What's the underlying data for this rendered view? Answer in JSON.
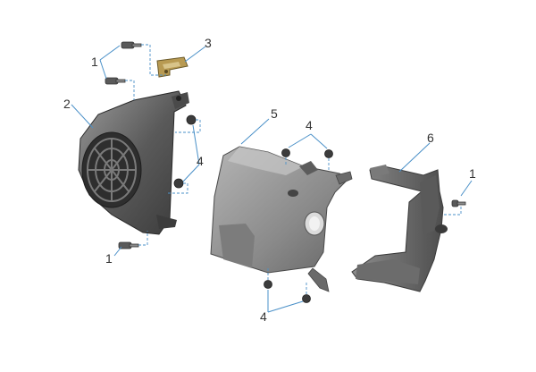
{
  "callouts": {
    "c1_top": "1",
    "c1_bottom": "1",
    "c1_right": "1",
    "c2": "2",
    "c3": "3",
    "c4_left": "4",
    "c4_top": "4",
    "c4_bottom": "4",
    "c5": "5",
    "c6": "6"
  },
  "colors": {
    "part_dark": "#3a3a3a",
    "part_mid": "#6b6b6b",
    "part_light": "#a8a8a8",
    "bracket": "#b89a52",
    "leader": "#4a90c8",
    "text": "#333333"
  }
}
